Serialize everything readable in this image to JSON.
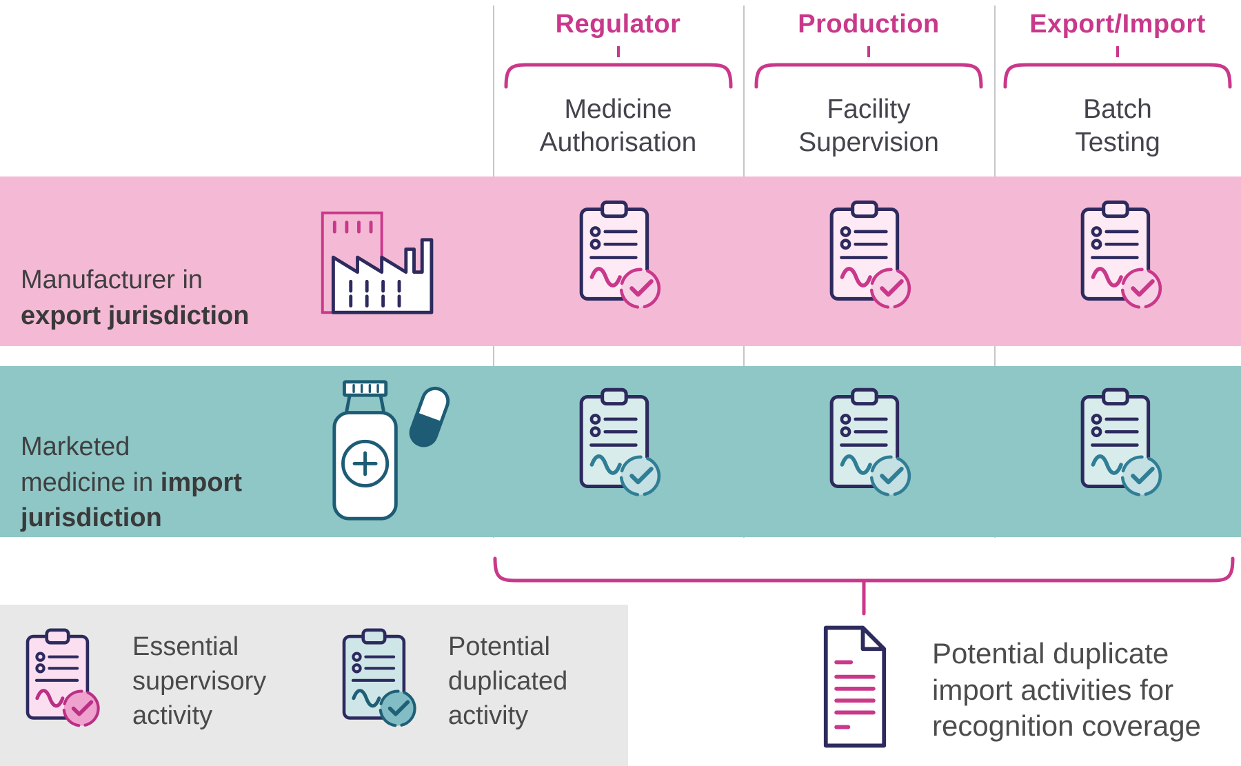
{
  "header": {
    "columns": [
      {
        "group": "Regulator",
        "activity": "Medicine\nAuthorisation"
      },
      {
        "group": "Production",
        "activity": "Facility\nSupervision"
      },
      {
        "group": "Export/Import",
        "activity": "Batch\nTesting"
      }
    ]
  },
  "rows": [
    {
      "name": "manufacturer-export-row",
      "label_regular": "Manufacturer in\n",
      "label_bold": "export jurisdiction",
      "icon": "factory-icon",
      "cell_icon": "essential-activity-clipboard-icon"
    },
    {
      "name": "marketed-import-row",
      "label_regular": "Marketed\nmedicine in ",
      "label_bold": "import jurisdiction",
      "icon": "medicine-bottle-icon",
      "cell_icon": "duplicated-activity-clipboard-icon"
    }
  ],
  "legend": {
    "items": [
      {
        "icon": "essential-clipboard-icon",
        "label": "Essential\nsupervisory\nactivity"
      },
      {
        "icon": "duplicated-clipboard-icon",
        "label": "Potential\nduplicated\nactivity"
      }
    ]
  },
  "callout": {
    "icon": "document-icon",
    "text": "Potential duplicate\nimport activities for\nrecognition coverage"
  },
  "colors": {
    "magenta": "#c9388a",
    "navy_outline": "#2d2a5e",
    "export_row_bg": "#f4bad5",
    "import_row_bg": "#8fc6c6",
    "teal_accent": "#2f7e95",
    "dark_teal_outline": "#1d5c74",
    "legend_bg": "#e8e8e8"
  }
}
